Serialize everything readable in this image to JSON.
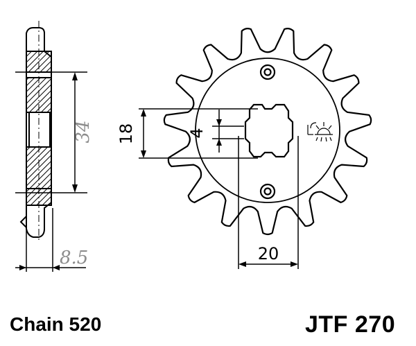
{
  "dimensions": {
    "hub_height": "34",
    "thickness": "8.5",
    "spline_major": "18",
    "spline_minor": "4",
    "spline_width": "20"
  },
  "captions": {
    "chain": "Chain 520",
    "part_number": "JTF 270"
  },
  "sprocket": {
    "teeth": 15
  },
  "colors": {
    "line": "#000000",
    "dimension_gray": "#8c8c8c",
    "background": "#ffffff"
  },
  "icons": [
    "hatch-pattern",
    "sun-marking-icon"
  ]
}
